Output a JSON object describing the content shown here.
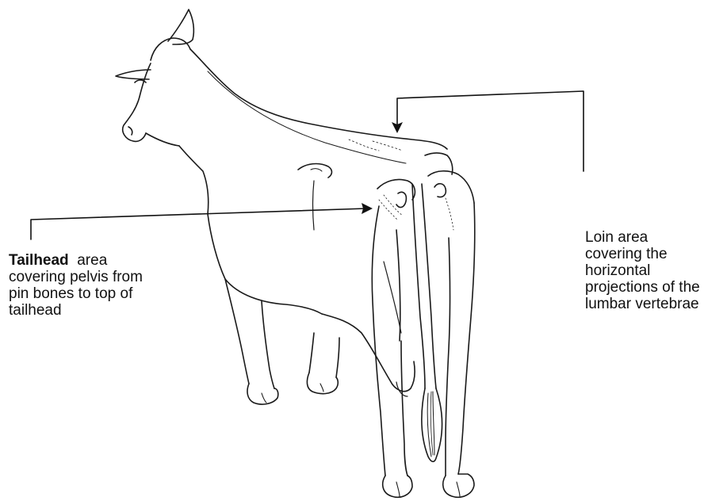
{
  "labels": {
    "tailhead": {
      "term": "Tailhead",
      "line1_rest": "  area",
      "line2": "covering pelvis from",
      "line3": "pin bones to top of",
      "line4": "tailhead"
    },
    "loin": {
      "line1": "Loin area",
      "line2": "covering the",
      "line3": "horizontal",
      "line4": "projections of the",
      "line5": "lumbar vertebrae"
    }
  },
  "illustration": {
    "subject": "cow viewed from rear-left",
    "style": "black line drawing on white",
    "callouts": [
      "tailhead-arrow",
      "loin-arrow"
    ]
  }
}
